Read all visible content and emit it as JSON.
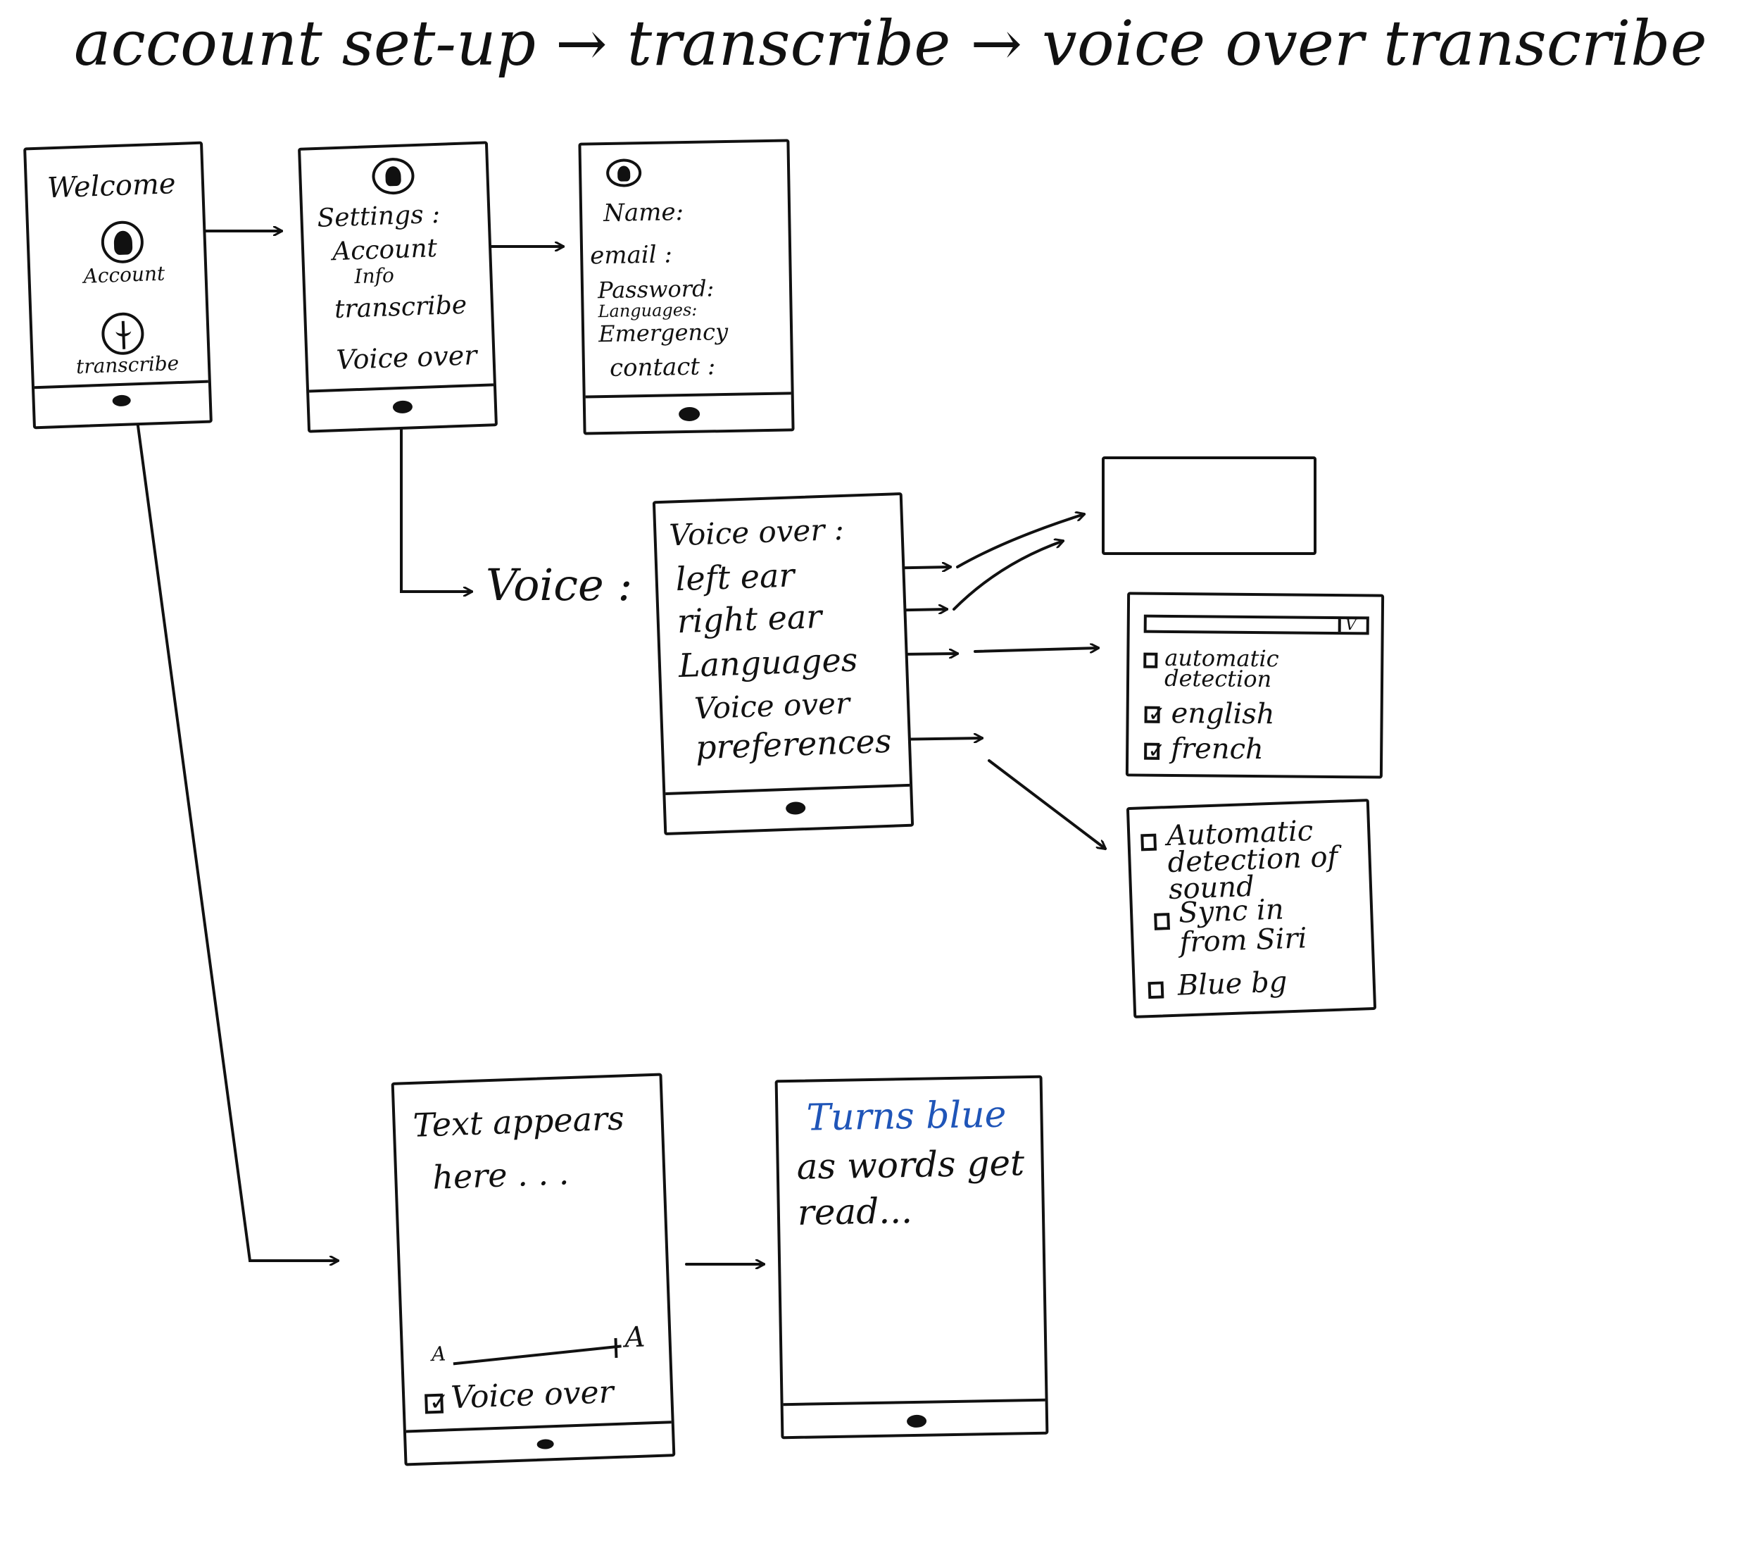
{
  "title": "account set-up → transcribe → voice over transcribe",
  "screens": {
    "welcome": {
      "title": "Welcome",
      "account_label": "Account",
      "transcribe_label": "transcribe"
    },
    "settings": {
      "title": "Settings :",
      "items": [
        "Account",
        "Info",
        "transcribe",
        "Voice over"
      ]
    },
    "account_info": {
      "fields": [
        "Name:",
        "email :",
        "Password:",
        "Languages:",
        "Emergency",
        "contact :"
      ]
    },
    "voice": {
      "section_label": "Voice :",
      "items": [
        "Voice over :",
        "left ear",
        "right ear",
        "Languages",
        "Voice over",
        "preferences"
      ]
    },
    "volume_popup": {},
    "languages_popup": {
      "dropdown_value": "V",
      "options": [
        {
          "label": "automatic detection",
          "checked": false
        },
        {
          "label": "english",
          "checked": true
        },
        {
          "label": "french",
          "checked": true
        }
      ]
    },
    "preferences_popup": {
      "options": [
        {
          "label": "Automatic detection of sound",
          "checked": false
        },
        {
          "label": "Sync in from Siri",
          "checked": false
        },
        {
          "label": "Blue bg",
          "checked": false
        }
      ]
    },
    "transcribe": {
      "text_line1": "Text appears",
      "text_line2": "here . . .",
      "small_a": "A",
      "large_a": "A",
      "voice_over_label": "Voice over"
    },
    "voice_over_transcribe": {
      "text_line1": "Turns blue",
      "text_line2": "as words get",
      "text_line3": "read..."
    }
  }
}
